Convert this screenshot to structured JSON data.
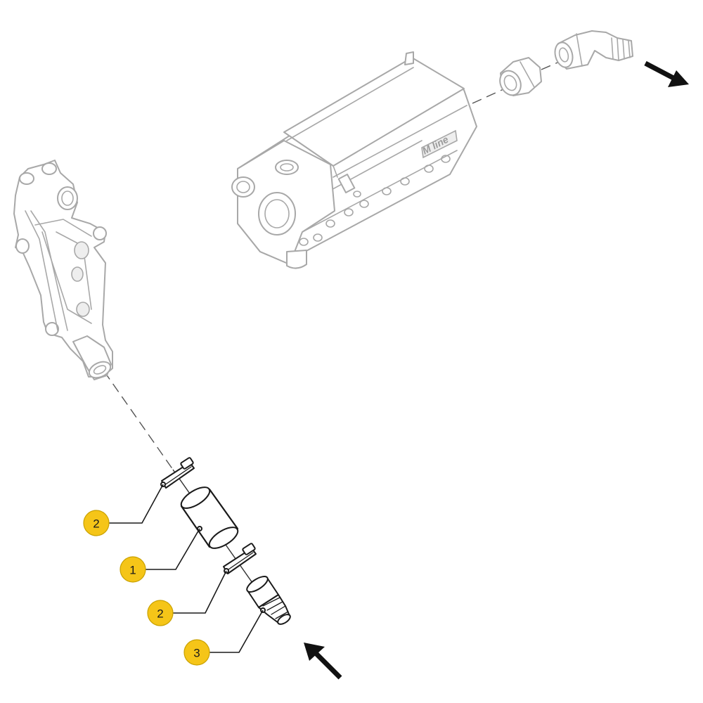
{
  "diagram": {
    "brand_label": "M line",
    "callout_color": "#f5c518",
    "arrow_color": "#111111",
    "ghost_color": "#a8a8a8",
    "callouts": [
      {
        "id": "callout-2-top",
        "label": "2"
      },
      {
        "id": "callout-1",
        "label": "1"
      },
      {
        "id": "callout-2-bottom",
        "label": "2"
      },
      {
        "id": "callout-3",
        "label": "3"
      }
    ],
    "flow_arrows": [
      {
        "id": "flow-out-arrow",
        "direction": "outlet"
      },
      {
        "id": "flow-in-arrow",
        "direction": "inlet"
      }
    ]
  }
}
